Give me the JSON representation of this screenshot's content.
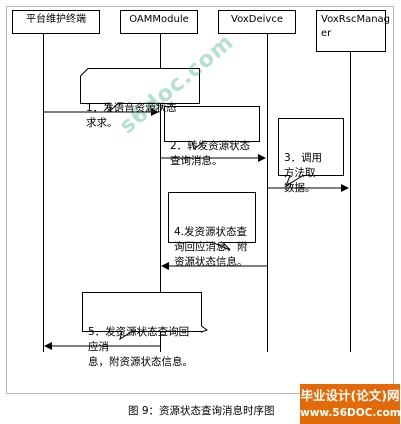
{
  "participants": [
    {
      "id": "platform",
      "label": "平台维护终端"
    },
    {
      "id": "oam",
      "label": "OAMModule"
    },
    {
      "id": "vox",
      "label": "VoxDeivce"
    },
    {
      "id": "rsc",
      "label": "VoxRscManag\ner"
    }
  ],
  "notes": [
    {
      "id": "n1",
      "text": "1．发语音资源状态\n求求。"
    },
    {
      "id": "n2",
      "text": "2．转发资源状态\n查询消息。"
    },
    {
      "id": "n3",
      "text": "3．调用\n方法取\n数据。"
    },
    {
      "id": "n4",
      "text": "4.发资源状态查\n询回应消息，附\n资源状态信息。"
    },
    {
      "id": "n5",
      "text": "5．发资源状态查询回应消\n息，附资源状态信息。"
    }
  ],
  "caption": "图 9：资源状态查询消息时序图",
  "watermark": "s6doc.com",
  "logo": {
    "line1": "毕业设计(论文)网",
    "line2": "www.56DOC.com"
  },
  "colors": {
    "logo_bg": "#e36a08",
    "line": "#000000",
    "frame": "#b8b8b8",
    "watermark": "#28aa6e"
  }
}
